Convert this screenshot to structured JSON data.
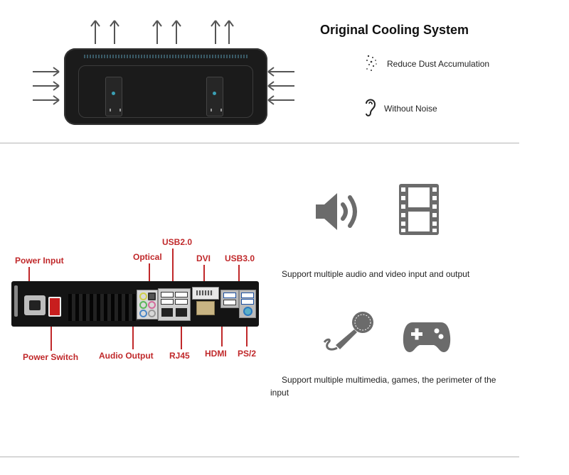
{
  "cooling": {
    "title": "Original Cooling System",
    "features": [
      {
        "icon": "dust-particles-icon",
        "text": "Reduce Dust Accumulation"
      },
      {
        "icon": "ear-icon",
        "text": "Without Noise"
      }
    ]
  },
  "rear_panel": {
    "labels": {
      "power_input": "Power Input",
      "power_switch": "Power Switch",
      "optical": "Optical",
      "audio_output": "Audio Output",
      "usb2": "USB2.0",
      "rj45": "RJ45",
      "dvi": "DVI",
      "hdmi": "HDMI",
      "usb3": "USB3.0",
      "ps2": "PS/2"
    }
  },
  "multimedia": {
    "av_text": "Support multiple audio and video input and output",
    "games_text": "Support multiple multimedia, games, the perimeter of the input",
    "icons": [
      "speaker-icon",
      "film-strip-icon",
      "microphone-icon",
      "gamepad-icon"
    ]
  },
  "colors": {
    "label_red": "#c0282a",
    "icon_gray": "#6b6b6b",
    "device_black": "#1b1b1b"
  }
}
